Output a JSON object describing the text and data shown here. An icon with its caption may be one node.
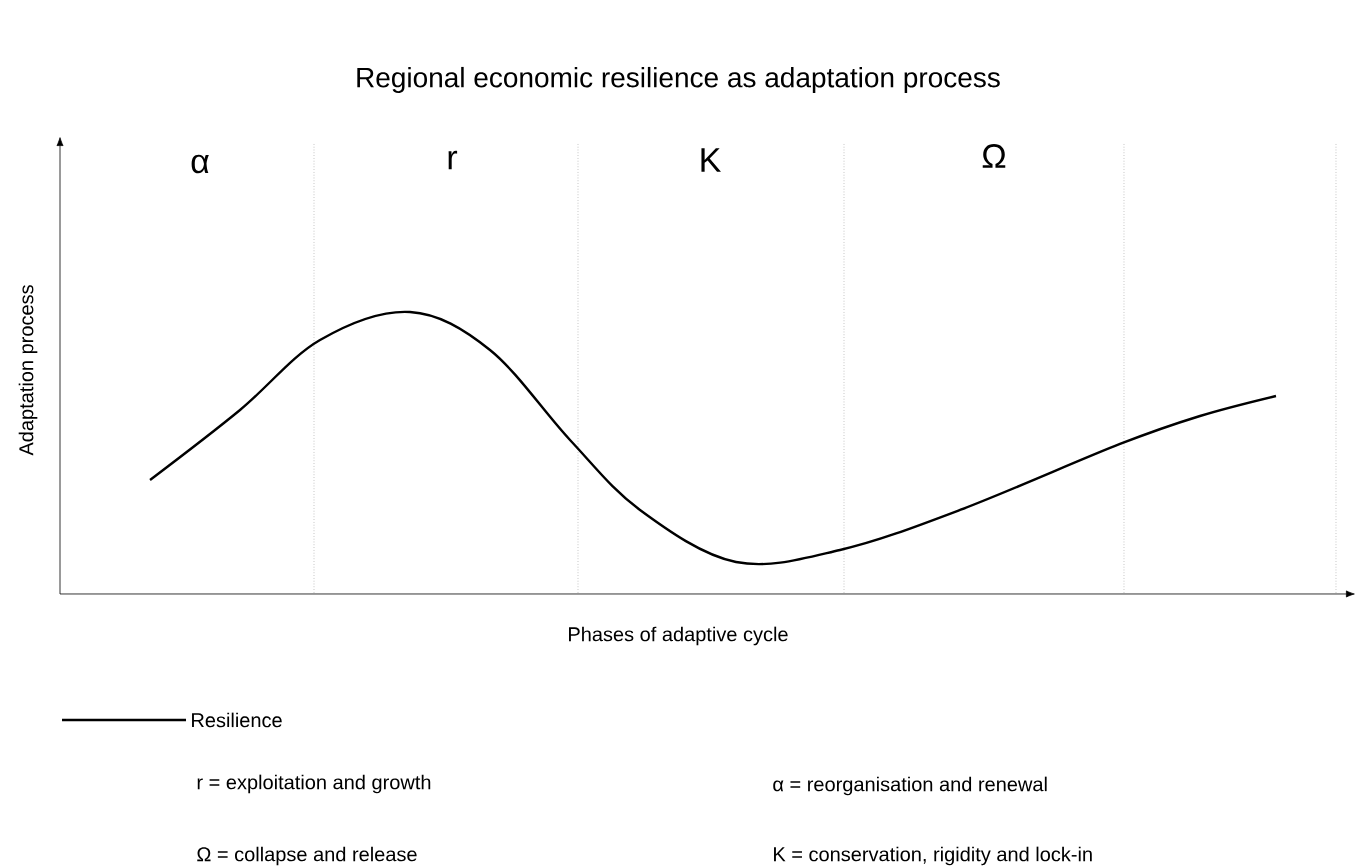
{
  "diagram": {
    "title": "Regional economic resilience as adaptation process",
    "labels": [
      "α",
      "r",
      "K",
      "Ω",
      "Adaptation process",
      "Phases of adaptive cycle",
      "r = exploitation and growth",
      "α = reorganisation and renewal",
      "Ω = collapse and release",
      "K = conservation, rigidity and lock-in"
    ],
    "legend": [
      {
        "text": "Resilience"
      }
    ]
  }
}
